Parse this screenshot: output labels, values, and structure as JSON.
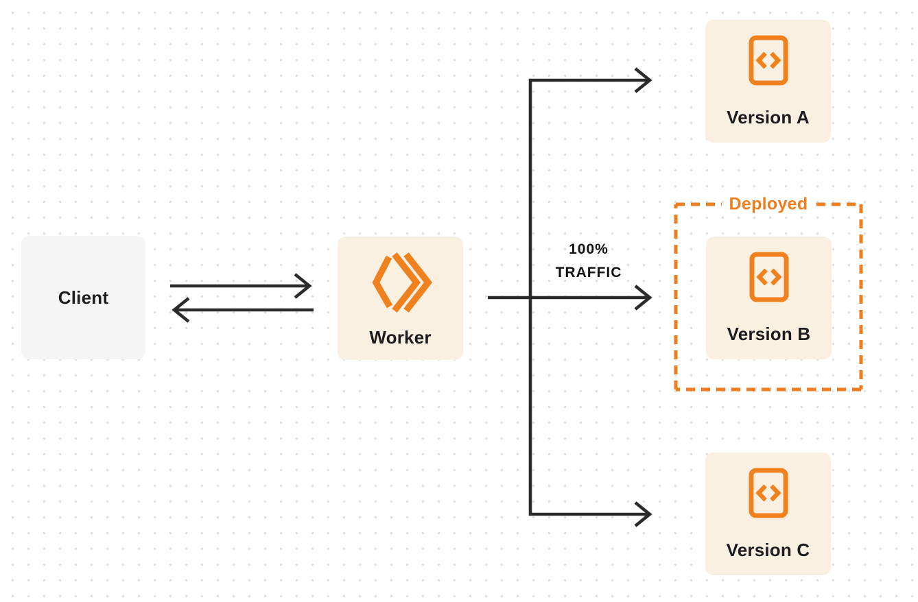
{
  "diagram": {
    "description": "Worker traffic routing to versions"
  },
  "nodes": {
    "client": {
      "label": "Client"
    },
    "worker": {
      "label": "Worker"
    },
    "version_a": {
      "label": "Version A"
    },
    "version_b": {
      "label": "Version B"
    },
    "version_c": {
      "label": "Version C"
    }
  },
  "annotations": {
    "deployed": "Deployed",
    "traffic_percent": "100%",
    "traffic_word": "TRAFFIC"
  },
  "icons": {
    "worker": "cloudflare-workers-logo",
    "versions": "code-file-icon"
  },
  "colors": {
    "background": "#ffffff",
    "dot_grid": "#e3e3e3",
    "client_box_bg": "#f5f5f6",
    "cream_box_bg": "#faf0e1",
    "orange": "#ef811f",
    "deployed_orange": "#ee7e20",
    "arrow": "#2b2b2b",
    "text_dark": "#1d1d1f"
  }
}
